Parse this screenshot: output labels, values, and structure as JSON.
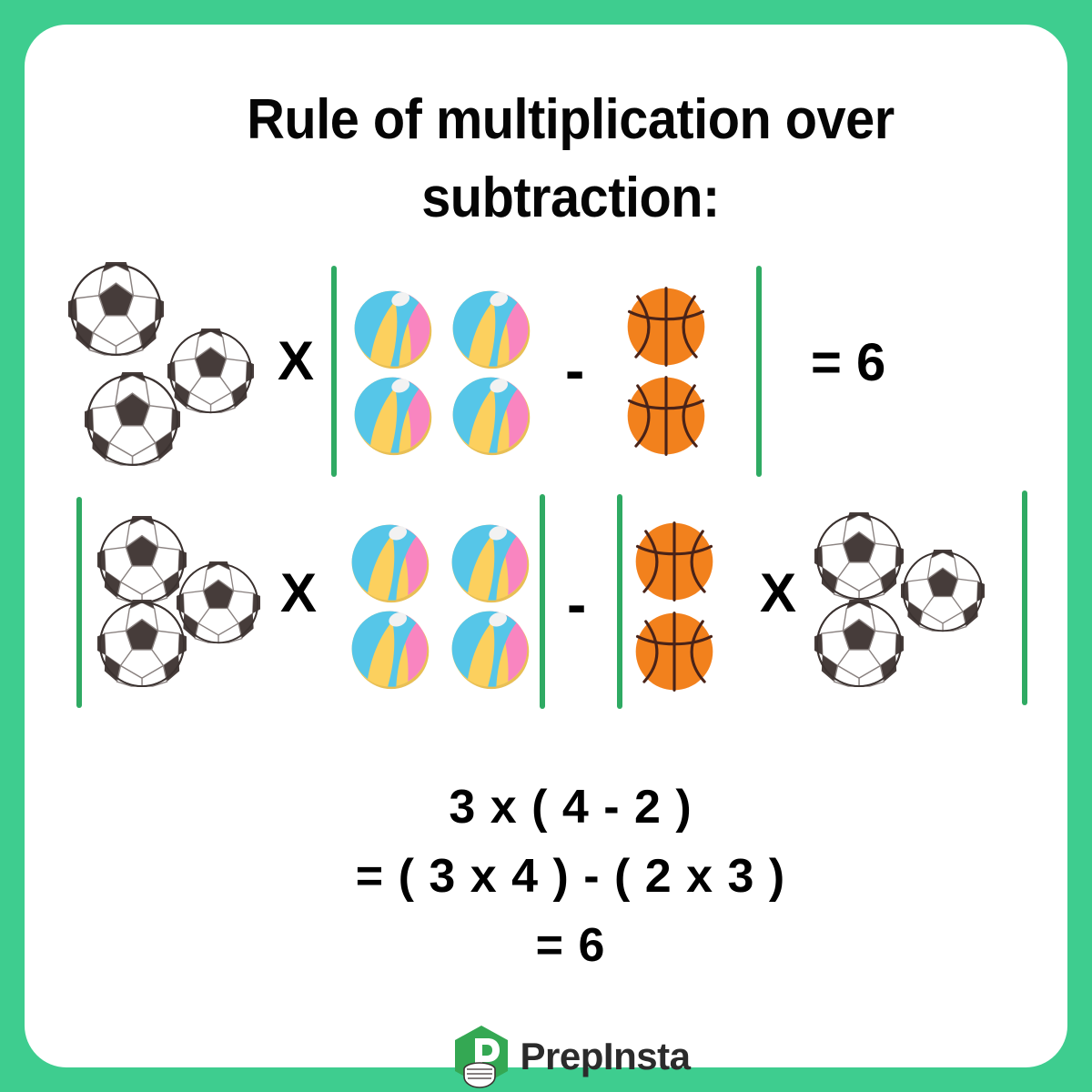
{
  "theme": {
    "border_green": "#3ecd8f",
    "bar_green": "#2faa63",
    "card_white": "#ffffff",
    "text_black": "#000000",
    "soccer_dark": "#463c3a",
    "basketball_orange": "#f2811d",
    "basketball_seam": "#4a2318",
    "beachball_cyan": "#56c6e8",
    "beachball_yellow": "#fcd05e",
    "beachball_pink": "#f985c0",
    "logo_green": "#34a853",
    "logo_text_color": "#2b2b2b"
  },
  "title": "Rule of multiplication over subtraction:",
  "row1": {
    "operator_multiply": "X",
    "operator_minus": "-",
    "result": "= 6",
    "soccer_count": 3,
    "beachball_count": 4,
    "basketball_count": 2
  },
  "row2": {
    "operator_multiply_left": "X",
    "operator_minus": "-",
    "operator_multiply_right": "X",
    "soccer_count_left": 3,
    "beachball_count": 4,
    "basketball_count": 2,
    "soccer_count_right": 3
  },
  "equations": [
    "3 x ( 4 - 2 )",
    "= ( 3 x 4 ) - ( 2 x 3 )",
    "= 6"
  ],
  "logo": {
    "text": "PrepInsta"
  }
}
